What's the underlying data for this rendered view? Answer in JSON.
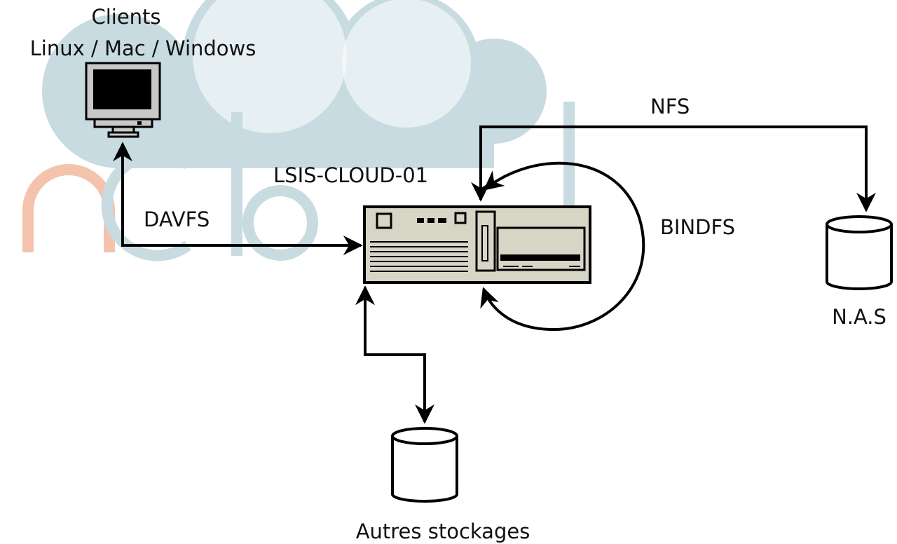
{
  "diagram": {
    "clients": {
      "title": "Clients",
      "subtitle": "Linux / Mac / Windows",
      "icon": "monitor-icon"
    },
    "server": {
      "label": "LSIS-CLOUD-01",
      "icon": "server-icon"
    },
    "nas": {
      "label": "N.A.S",
      "icon": "database-icon"
    },
    "storage": {
      "label": "Autres stockages",
      "icon": "database-icon"
    },
    "connections": {
      "davfs": "DAVFS",
      "nfs": "NFS",
      "bindfs": "BINDFS"
    },
    "watermark": {
      "text": "ownCloud",
      "cloud_color": "#c7dbe1",
      "accent_color": "#f4c3ad"
    },
    "colors": {
      "stroke": "#000000",
      "server_fill": "#d6d5c6",
      "monitor_fill": "#c8c8c8",
      "screen": "#000000"
    }
  }
}
